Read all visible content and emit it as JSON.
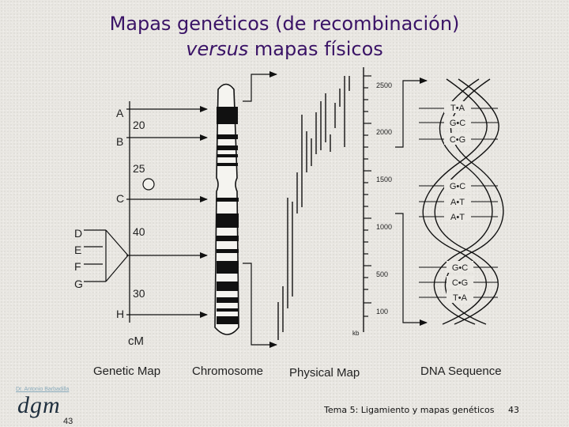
{
  "title": {
    "line1": "Mapas genéticos (de recombinación)",
    "line2_italic": "versus",
    "line2_rest": " mapas físicos"
  },
  "genetic_map": {
    "loci": [
      "A",
      "B",
      "C",
      "D",
      "E",
      "F",
      "G",
      "H"
    ],
    "distances": [
      "20",
      "25",
      "40",
      "30"
    ],
    "unit": "cM",
    "label": "Genetic Map"
  },
  "chromosome": {
    "label": "Chromosome"
  },
  "physical_map": {
    "scale_ticks": [
      "2500",
      "2000",
      "1500",
      "1000",
      "500",
      "100"
    ],
    "unit": "kb",
    "label": "Physical Map"
  },
  "dna_sequence": {
    "base_pairs": [
      "T•A",
      "G•C",
      "C•G",
      "G•C",
      "A•T",
      "A•T",
      "G•C",
      "C•G",
      "T•A"
    ],
    "label": "DNA Sequence"
  },
  "footer": {
    "author": "Dr. Antonio Barbadilla",
    "logo": "dgm",
    "logo_number": "43",
    "subject": "Tema 5: Ligamiento y mapas genéticos",
    "page": "43"
  },
  "colors": {
    "title": "#3a1366",
    "ink": "#111111"
  }
}
